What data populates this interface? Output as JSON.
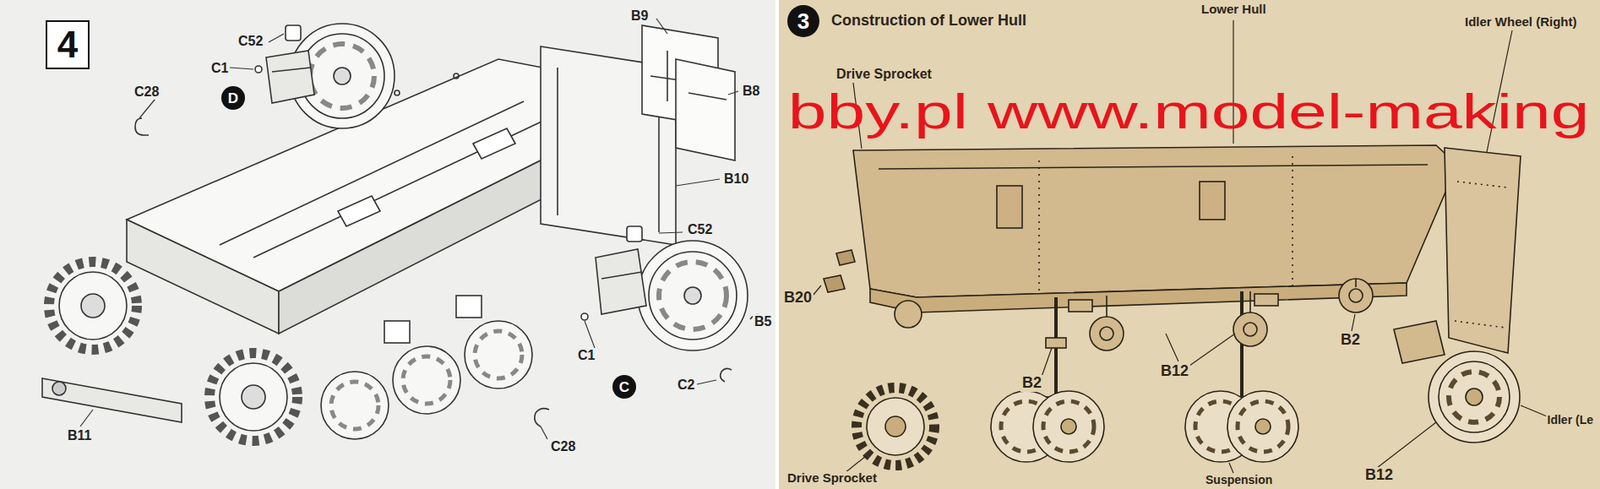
{
  "diagram": {
    "nodes": [
      {
        "text": [
          "4"
        ]
      },
      {
        "text": [
          "D"
        ]
      },
      {
        "text": [
          "C"
        ]
      },
      {
        "text": [
          "3"
        ]
      }
    ],
    "labels": [
      "C52",
      "C1",
      "C28",
      "B9",
      "B8",
      "B10",
      "C52",
      "C1",
      "B5",
      "C2",
      "C28",
      "B11",
      "Construction of Lower Hull",
      "Lower Hull",
      "Idler Wheel (Right)",
      "Drive Sprocket",
      "bby.pl www.model-making",
      "B20",
      "B2",
      "B12",
      "B2",
      "B12",
      "Drive Sprocket",
      "Suspension",
      "Idler (Le"
    ]
  }
}
